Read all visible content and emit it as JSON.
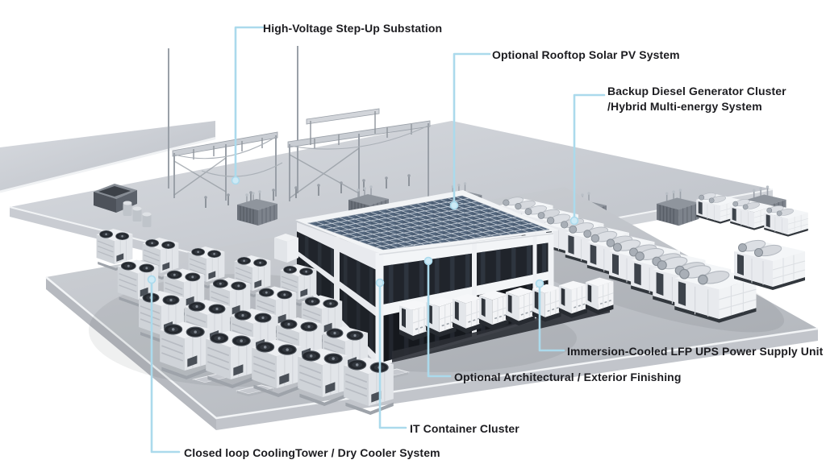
{
  "figure": {
    "description": "Isometric 3D rendering of a modular data center campus with seven annotated components",
    "background": "#ffffff"
  },
  "style": {
    "leader_line_color": "#abdaec",
    "leader_dot_fill": "#cdeaf6",
    "label_text_color": "#1c1c20",
    "solar_panel_color": "#4c5e74",
    "solar_grid_color": "#ccd4dd",
    "glass_dark_color": "#20242b",
    "platform_gray": "#c7cbd1",
    "building_white": "#f3f5f7"
  },
  "labels": {
    "substation": {
      "text": "High-Voltage Step-Up Substation"
    },
    "solar": {
      "text": "Optional Rooftop Solar PV System"
    },
    "generator": {
      "text": "Backup Diesel Generator Cluster\n/Hybrid Multi-energy System"
    },
    "ups": {
      "text": "Immersion-Cooled LFP UPS Power Supply Unit"
    },
    "architectural": {
      "text": "Optional Architectural / Exterior Finishing"
    },
    "it_container": {
      "text": "IT Container Cluster"
    },
    "cooling": {
      "text": "Closed loop CoolingTower / Dry Cooler System"
    }
  }
}
